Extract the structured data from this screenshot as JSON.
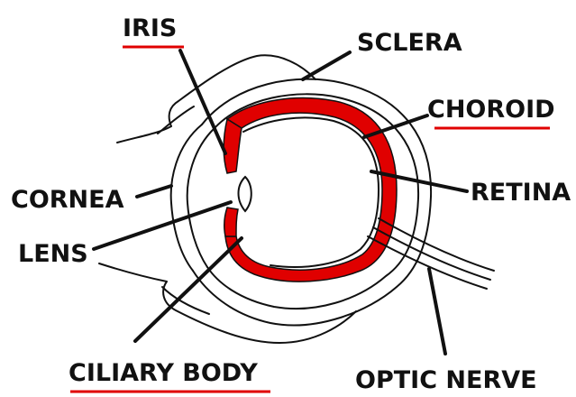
{
  "labels": {
    "iris": "IRIS",
    "sclera": "SCLERA",
    "choroid": "CHOROID",
    "retina": "RETINA",
    "cornea": "CORNEA",
    "lens": "LENS",
    "ciliary_body": "CILIARY BODY",
    "optic_nerve": "OPTIC NERVE"
  },
  "colors": {
    "choroid_layer": "#e00000",
    "underline": "#e00000",
    "ink": "#111111",
    "background": "#ffffff"
  },
  "underlined_labels": [
    "iris",
    "choroid",
    "ciliary_body"
  ]
}
